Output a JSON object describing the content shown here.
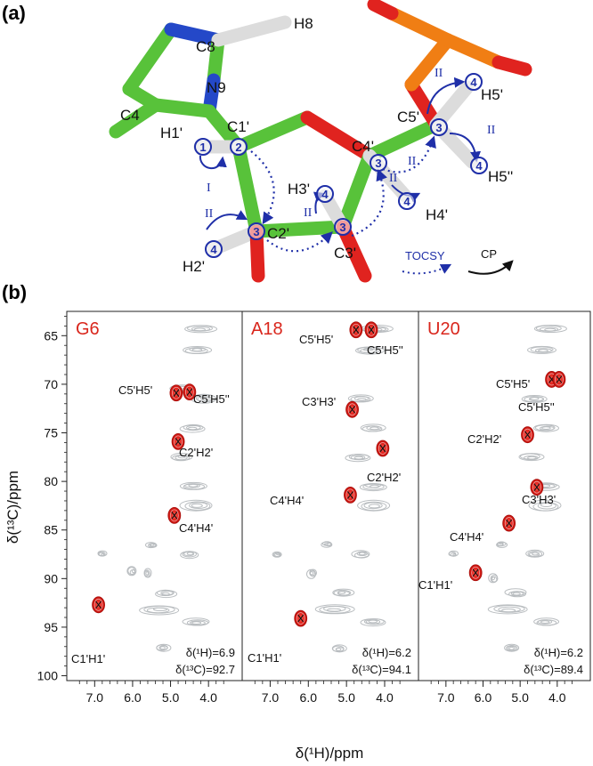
{
  "panel_a": {
    "letter": "(a)",
    "atoms": [
      "H8",
      "C8",
      "N9",
      "C4",
      "H1'",
      "C1'",
      "C2'",
      "C3'",
      "C4'",
      "C5'",
      "H5'",
      "H5''",
      "H4'",
      "H3'",
      "H2'"
    ],
    "transfer_labels": [
      "I",
      "II",
      "II",
      "II",
      "II",
      "II",
      "II"
    ],
    "legend": {
      "tocsy": "TOCSY",
      "cp": "CP"
    },
    "colors": {
      "carbon": "#58c23a",
      "nitrogen": "#2448c8",
      "oxygen": "#e0231f",
      "phosphorus": "#f07e14",
      "hydrogen": "#dcdcdc",
      "arrow": "#1f2fa8"
    }
  },
  "panel_b": {
    "letter": "(b)"
  },
  "chart_data": {
    "type": "scatter",
    "xlabel": "δ(¹H)/ppm",
    "ylabel": "δ(¹³C)/ppm",
    "xlim": [
      7.5,
      3.3
    ],
    "ylim": [
      100.5,
      62.5
    ],
    "x_ticks": [
      "7.0",
      "6.0",
      "5.0",
      "4.0"
    ],
    "y_ticks": [
      "65",
      "70",
      "75",
      "80",
      "85",
      "90",
      "95",
      "100"
    ],
    "colors": {
      "peak": "#e0231f",
      "background": "#b9bdc0",
      "label": "#d9261c"
    },
    "strips": [
      {
        "name": "G6",
        "shift_1H": "δ(¹H)=6.9",
        "shift_13C": "δ(¹³C)=92.7",
        "peaks": [
          {
            "label": "C1'H1'",
            "x": 6.9,
            "y": 92.7
          },
          {
            "label": "C5'H5'",
            "x": 4.85,
            "y": 70.9
          },
          {
            "label": "C5'H5''",
            "x": 4.5,
            "y": 70.8
          },
          {
            "label": "C2'H2'",
            "x": 4.8,
            "y": 75.9
          },
          {
            "label": "C4'H4'",
            "x": 4.9,
            "y": 83.5
          }
        ]
      },
      {
        "name": "A18",
        "shift_1H": "δ(¹H)=6.2",
        "shift_13C": "δ(¹³C)=94.1",
        "peaks": [
          {
            "label": "C5'H5'",
            "x": 4.75,
            "y": 64.4
          },
          {
            "label": "C5'H5''",
            "x": 4.35,
            "y": 64.4
          },
          {
            "label": "C3'H3'",
            "x": 4.85,
            "y": 72.6
          },
          {
            "label": "C2'H2'",
            "x": 4.05,
            "y": 76.6
          },
          {
            "label": "C4'H4'",
            "x": 4.9,
            "y": 81.4
          },
          {
            "label": "C1'H1'",
            "x": 6.2,
            "y": 94.1
          }
        ]
      },
      {
        "name": "U20",
        "shift_1H": "δ(¹H)=6.2",
        "shift_13C": "δ(¹³C)=89.4",
        "peaks": [
          {
            "label": "C5'H5'",
            "x": 4.15,
            "y": 69.5
          },
          {
            "label": "C5'H5''",
            "x": 3.95,
            "y": 69.5
          },
          {
            "label": "C2'H2'",
            "x": 4.8,
            "y": 75.2
          },
          {
            "label": "C3'H3'",
            "x": 4.55,
            "y": 80.6
          },
          {
            "label": "C4'H4'",
            "x": 5.3,
            "y": 84.3
          },
          {
            "label": "C1'H1'",
            "x": 6.2,
            "y": 89.4
          }
        ]
      }
    ]
  }
}
